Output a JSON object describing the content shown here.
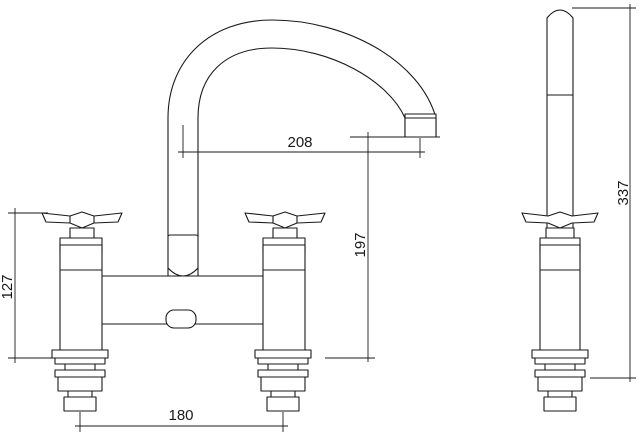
{
  "dimensions": {
    "spout_reach": "208",
    "spout_height": "197",
    "handle_height": "127",
    "tap_centres": "180",
    "overall_height": "337"
  }
}
